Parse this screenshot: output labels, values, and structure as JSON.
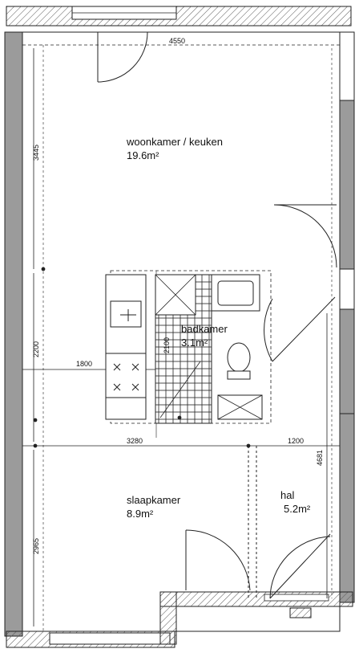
{
  "rooms": {
    "living": {
      "name": "woonkamer / keuken",
      "area": "19.6m²"
    },
    "bath": {
      "name": "badkamer",
      "area": "3.1m²"
    },
    "bedroom": {
      "name": "slaapkamer",
      "area": "8.9m²"
    },
    "hall": {
      "name": "hal",
      "area": "5.2m²"
    }
  },
  "dimensions": {
    "top_width": "4550",
    "living_height": "3445",
    "middle_height": "2200",
    "kitchen_width": "1800",
    "bath_height": "2100",
    "bedroom_width": "3280",
    "hall_width": "1200",
    "bedroom_height": "2965",
    "hall_height": "4681"
  },
  "colors": {
    "wall": "#9b9b9b",
    "line": "#1a1a1a"
  }
}
